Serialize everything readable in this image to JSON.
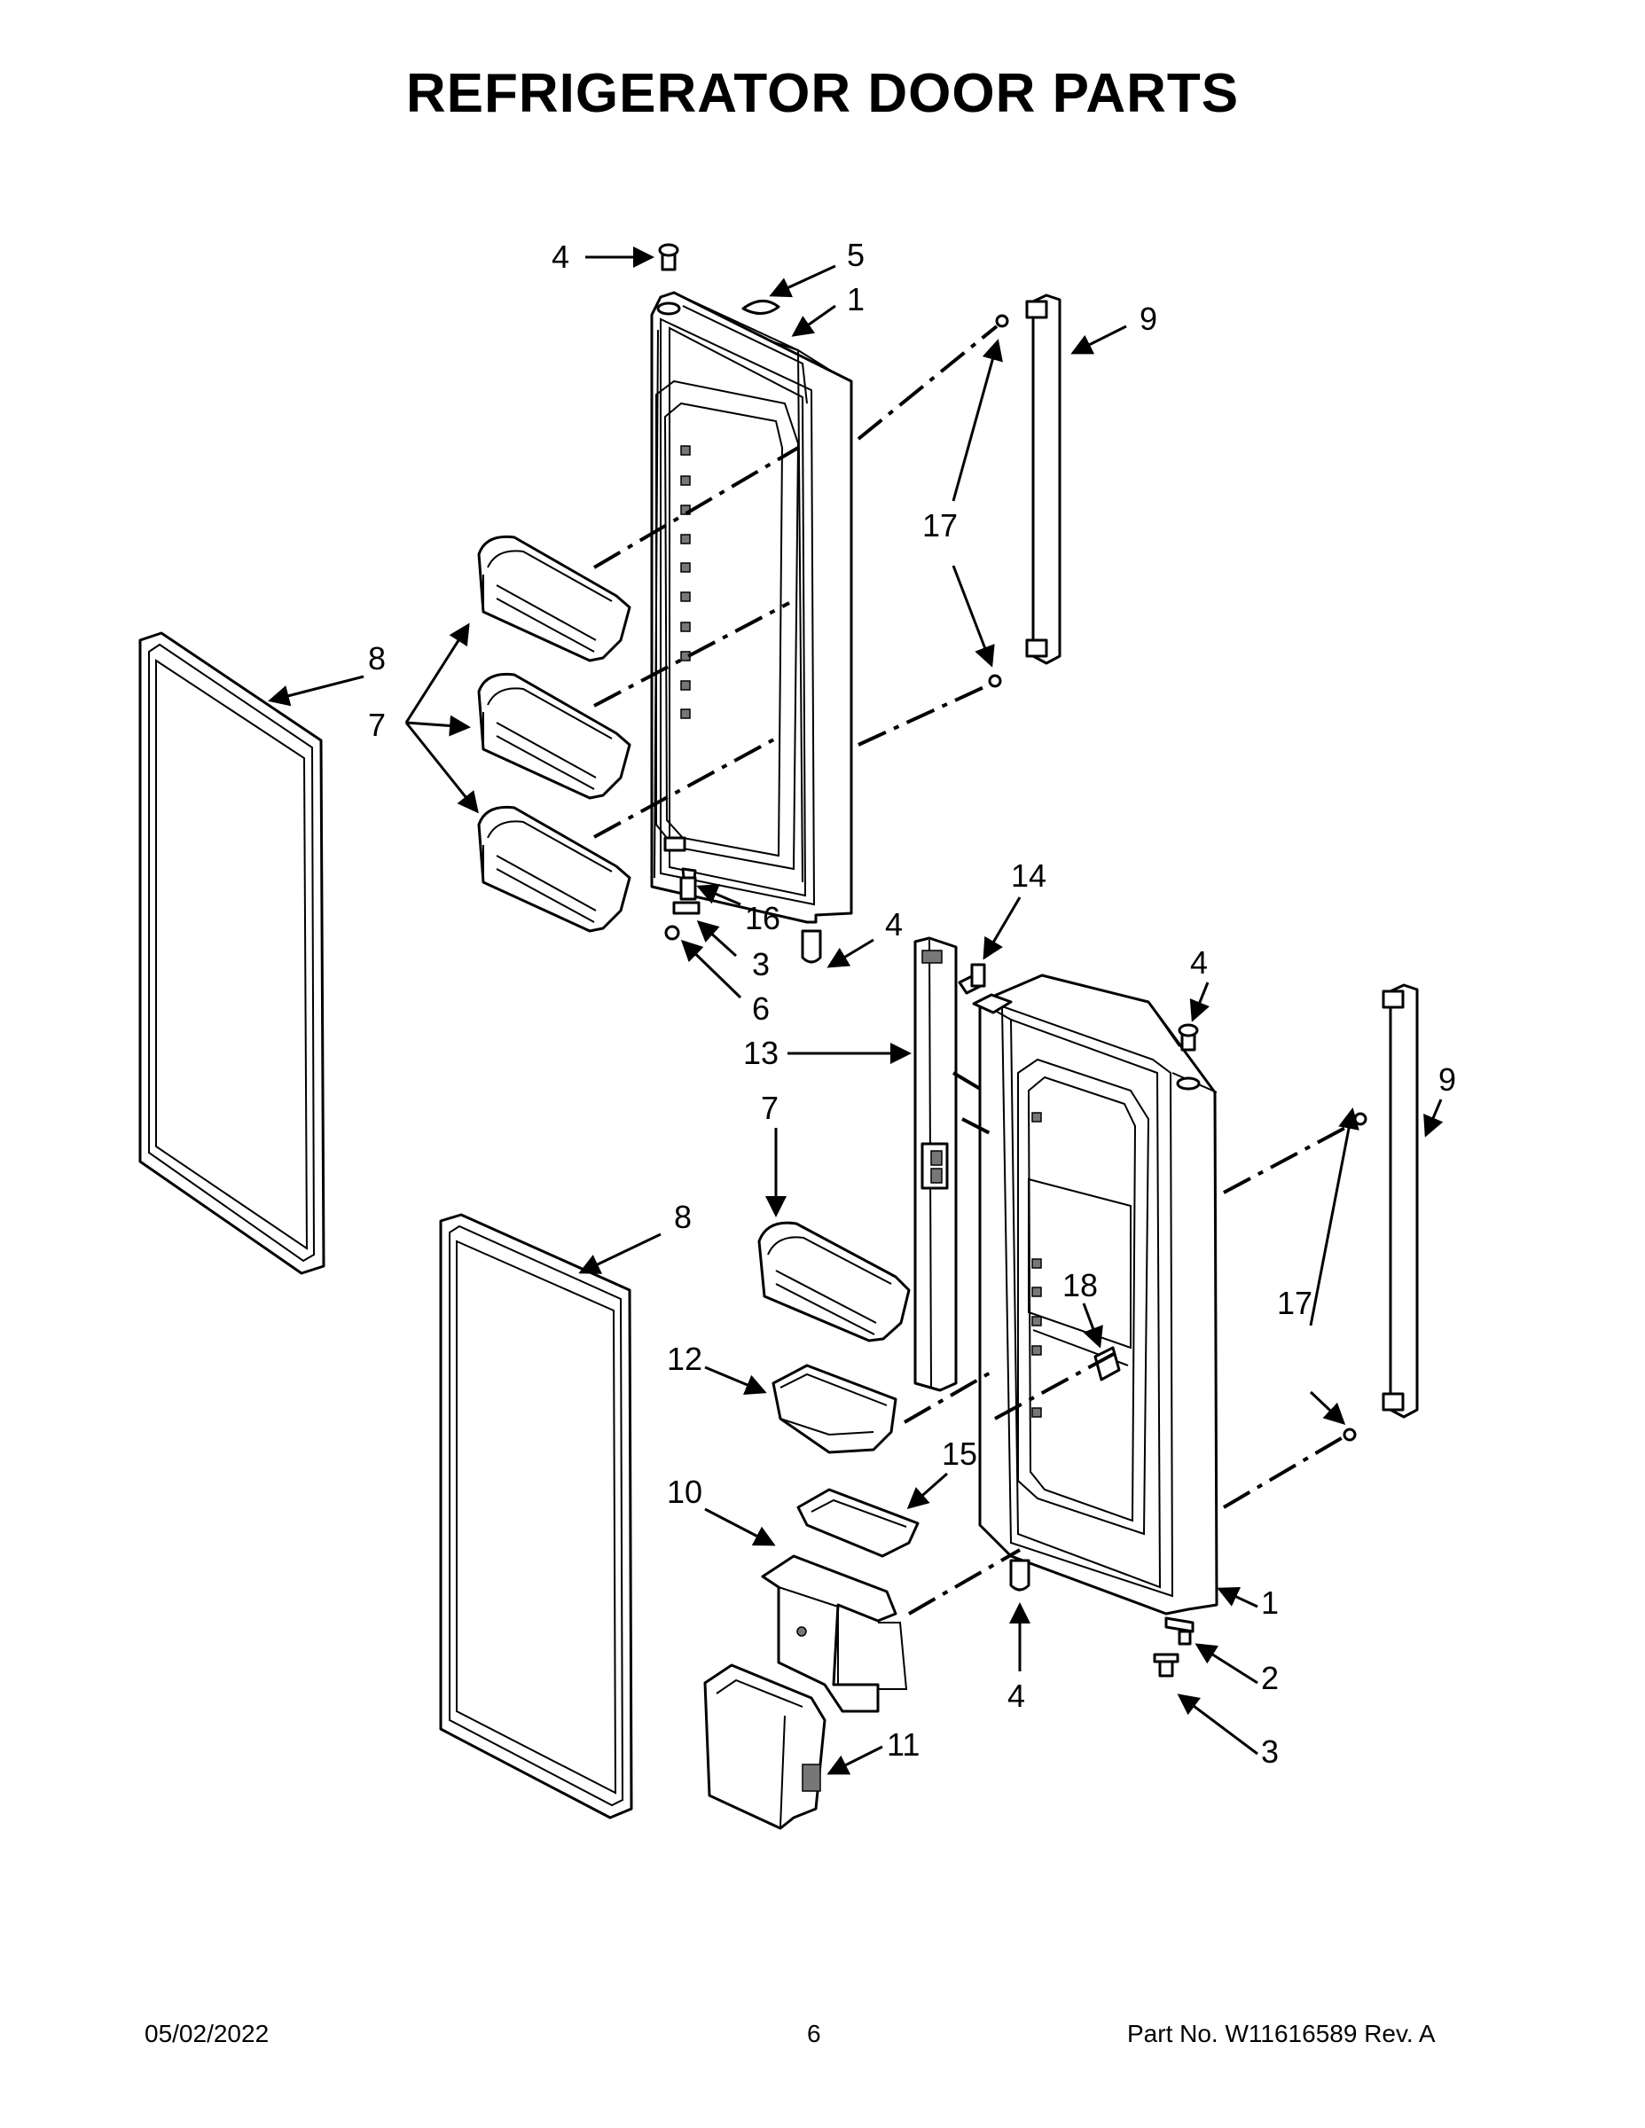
{
  "title": "REFRIGERATOR DOOR PARTS",
  "footer": {
    "date": "05/02/2022",
    "page": "6",
    "part_no": "Part No.  W11616589  Rev.  A"
  },
  "callouts": {
    "c4a": "4",
    "c5": "5",
    "c1a": "1",
    "c9a": "9",
    "c17a": "17",
    "c8a": "8",
    "c7a": "7",
    "c16": "16",
    "c3a": "3",
    "c6": "6",
    "c4b": "4",
    "c14": "14",
    "c4c": "4",
    "c13": "13",
    "c9b": "9",
    "c7b": "7",
    "c8b": "8",
    "c18": "18",
    "c17b": "17",
    "c12": "12",
    "c15": "15",
    "c10": "10",
    "c1b": "1",
    "c2": "2",
    "c4d": "4",
    "c3b": "3",
    "c11": "11"
  }
}
